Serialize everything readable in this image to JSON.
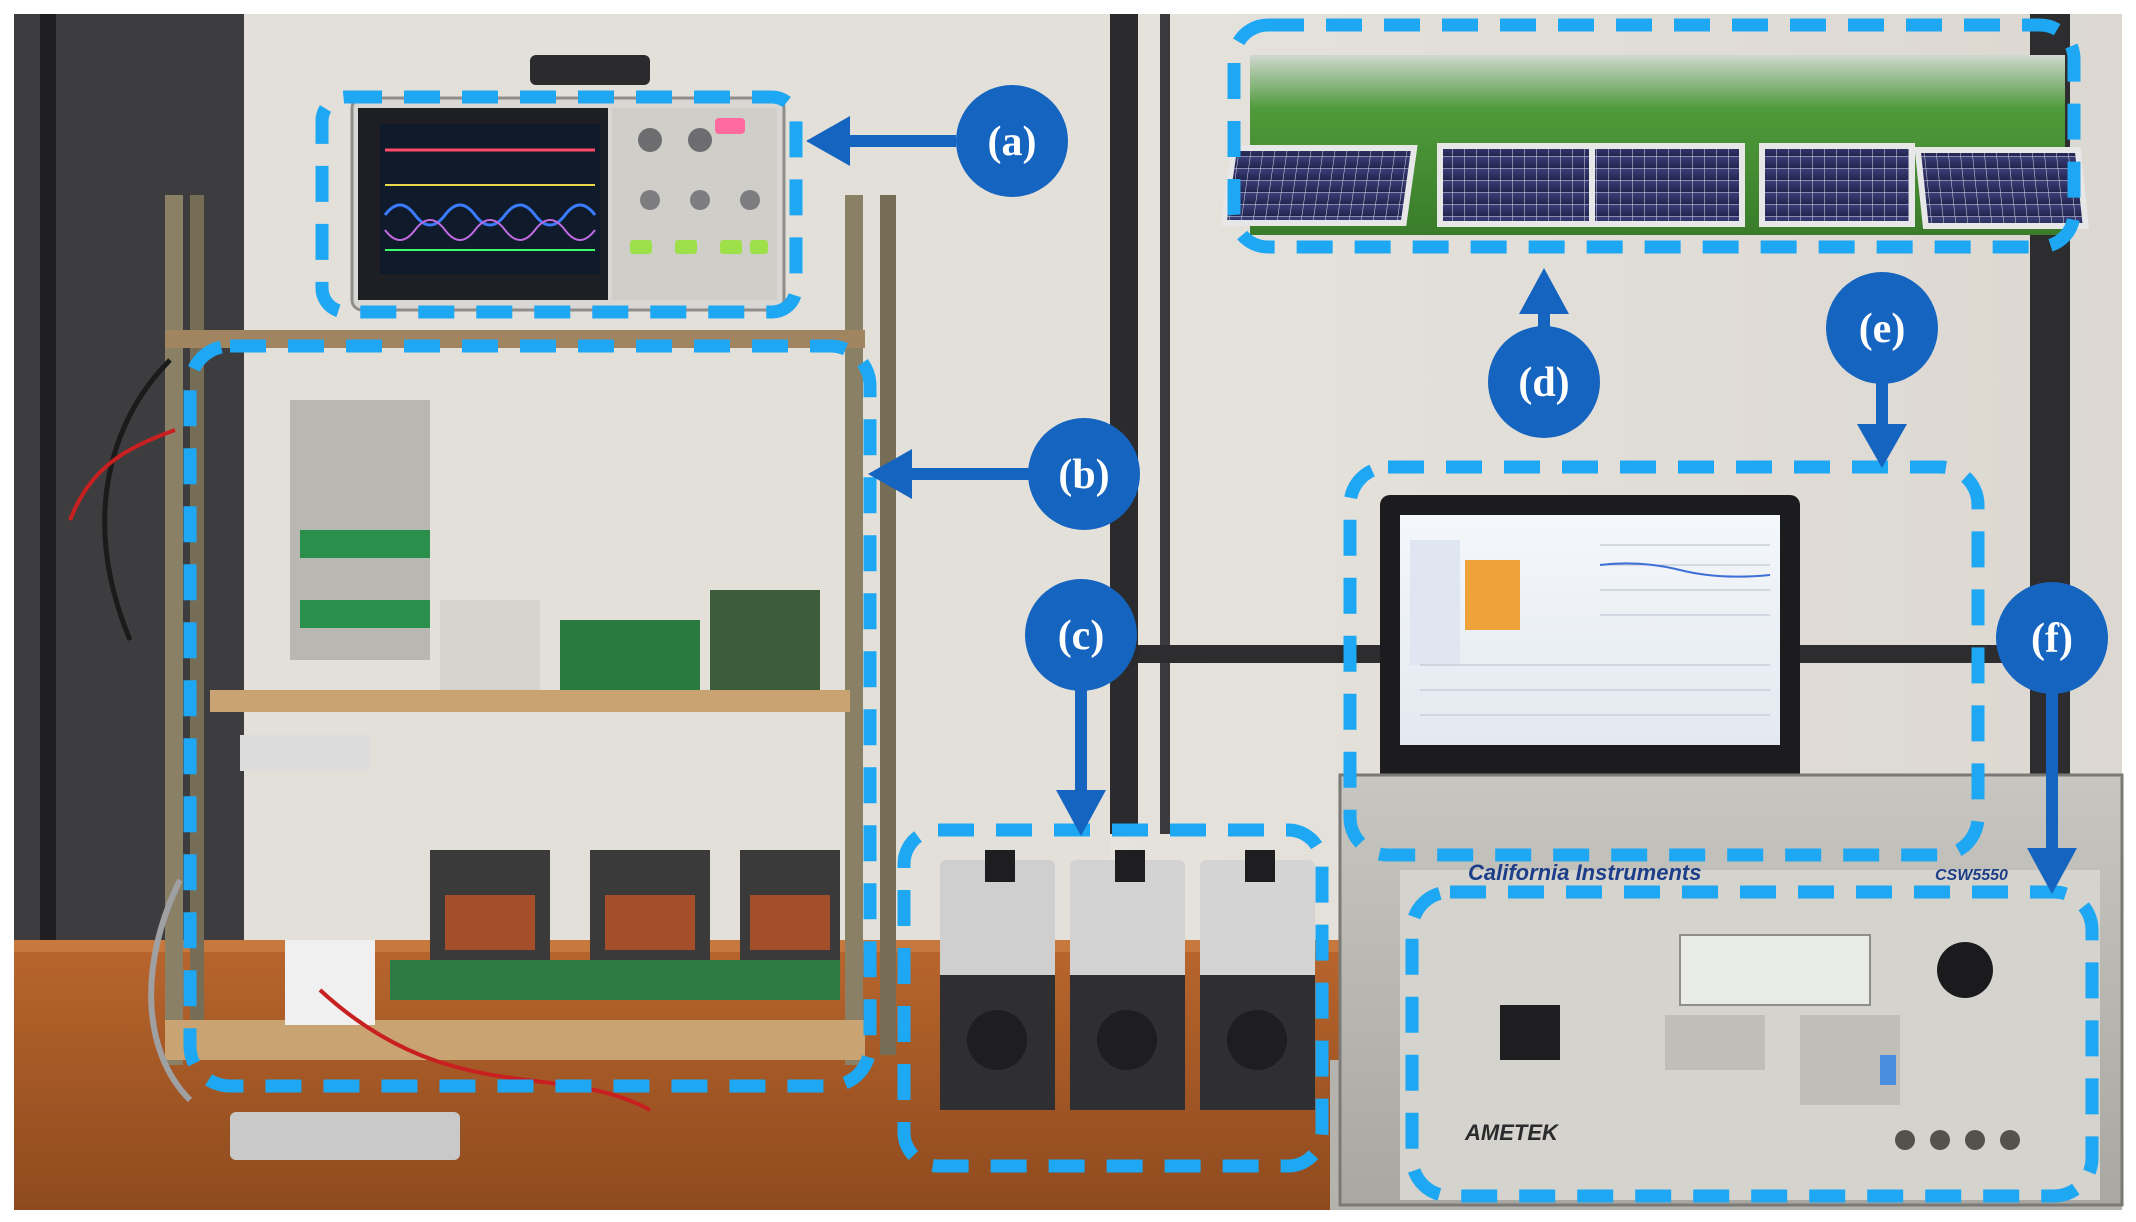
{
  "figure": {
    "labels": {
      "oscilloscope": "(a)",
      "converter_rack": "(b)",
      "loads": "(c)",
      "pv_panels": "(d)",
      "laptop": "(e)",
      "ac_source": "(f)"
    },
    "brand": {
      "ac_source_maker": "California Instruments",
      "ac_source_model": "CSW5550",
      "ac_source_vendor": "AMETEK"
    },
    "colors": {
      "callout_fill": "#1565c0",
      "dash_outline": "#1ea7f2",
      "arrow": "#1565c0"
    }
  }
}
